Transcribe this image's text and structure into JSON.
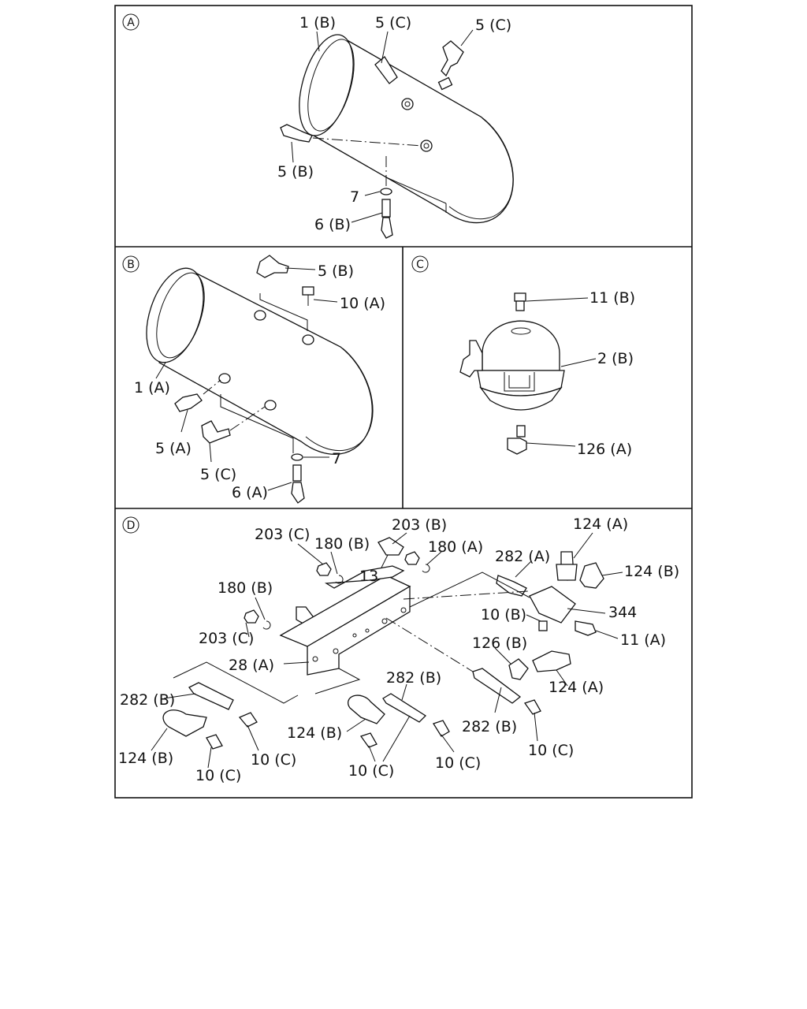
{
  "panels": {
    "A": {
      "letter": "A",
      "labels": {
        "tank": "1 (B)",
        "fitting_top1": "5 (C)",
        "fitting_top2": "5 (C)",
        "fitting_side": "5 (B)",
        "washer": "7",
        "drain": "6 (B)"
      }
    },
    "B": {
      "letter": "B",
      "labels": {
        "fitting_top": "5 (B)",
        "bolt": "10 (A)",
        "tank": "1 (A)",
        "fitting_side": "5 (A)",
        "elbow": "5 (C)",
        "washer": "7",
        "drain": "6 (A)"
      }
    },
    "C": {
      "letter": "C",
      "labels": {
        "plug": "11 (B)",
        "dryer": "2 (B)",
        "elbow": "126 (A)"
      }
    },
    "D": {
      "letter": "D",
      "labels": {
        "nut_top_left": "203 (C)",
        "washer_top_left": "180 (B)",
        "nut_top_right": "203 (B)",
        "washer_top_right": "180 (A)",
        "spacer": "13",
        "sensor_a_top": "124 (A)",
        "bolt_282a": "282 (A)",
        "sensor_b_top": "124 (B)",
        "washer_left": "180 (B)",
        "manifold": "344",
        "plug_10b": "10 (B)",
        "nut_left": "203 (C)",
        "plug_11a": "11 (A)",
        "elbow_126b": "126 (B)",
        "bracket": "28 (A)",
        "pipe_center": "282 (B)",
        "sensor_a_right": "124 (A)",
        "pipe_left": "282 (B)",
        "pipe_right": "282 (B)",
        "sensor_b_center": "124 (B)",
        "sensor_b_left": "124 (B)",
        "plug_left_1": "10 (C)",
        "plug_center_2": "10 (C)",
        "plug_right": "10 (C)",
        "plug_left_2": "10 (C)",
        "plug_center_1": "10 (C)"
      }
    }
  }
}
